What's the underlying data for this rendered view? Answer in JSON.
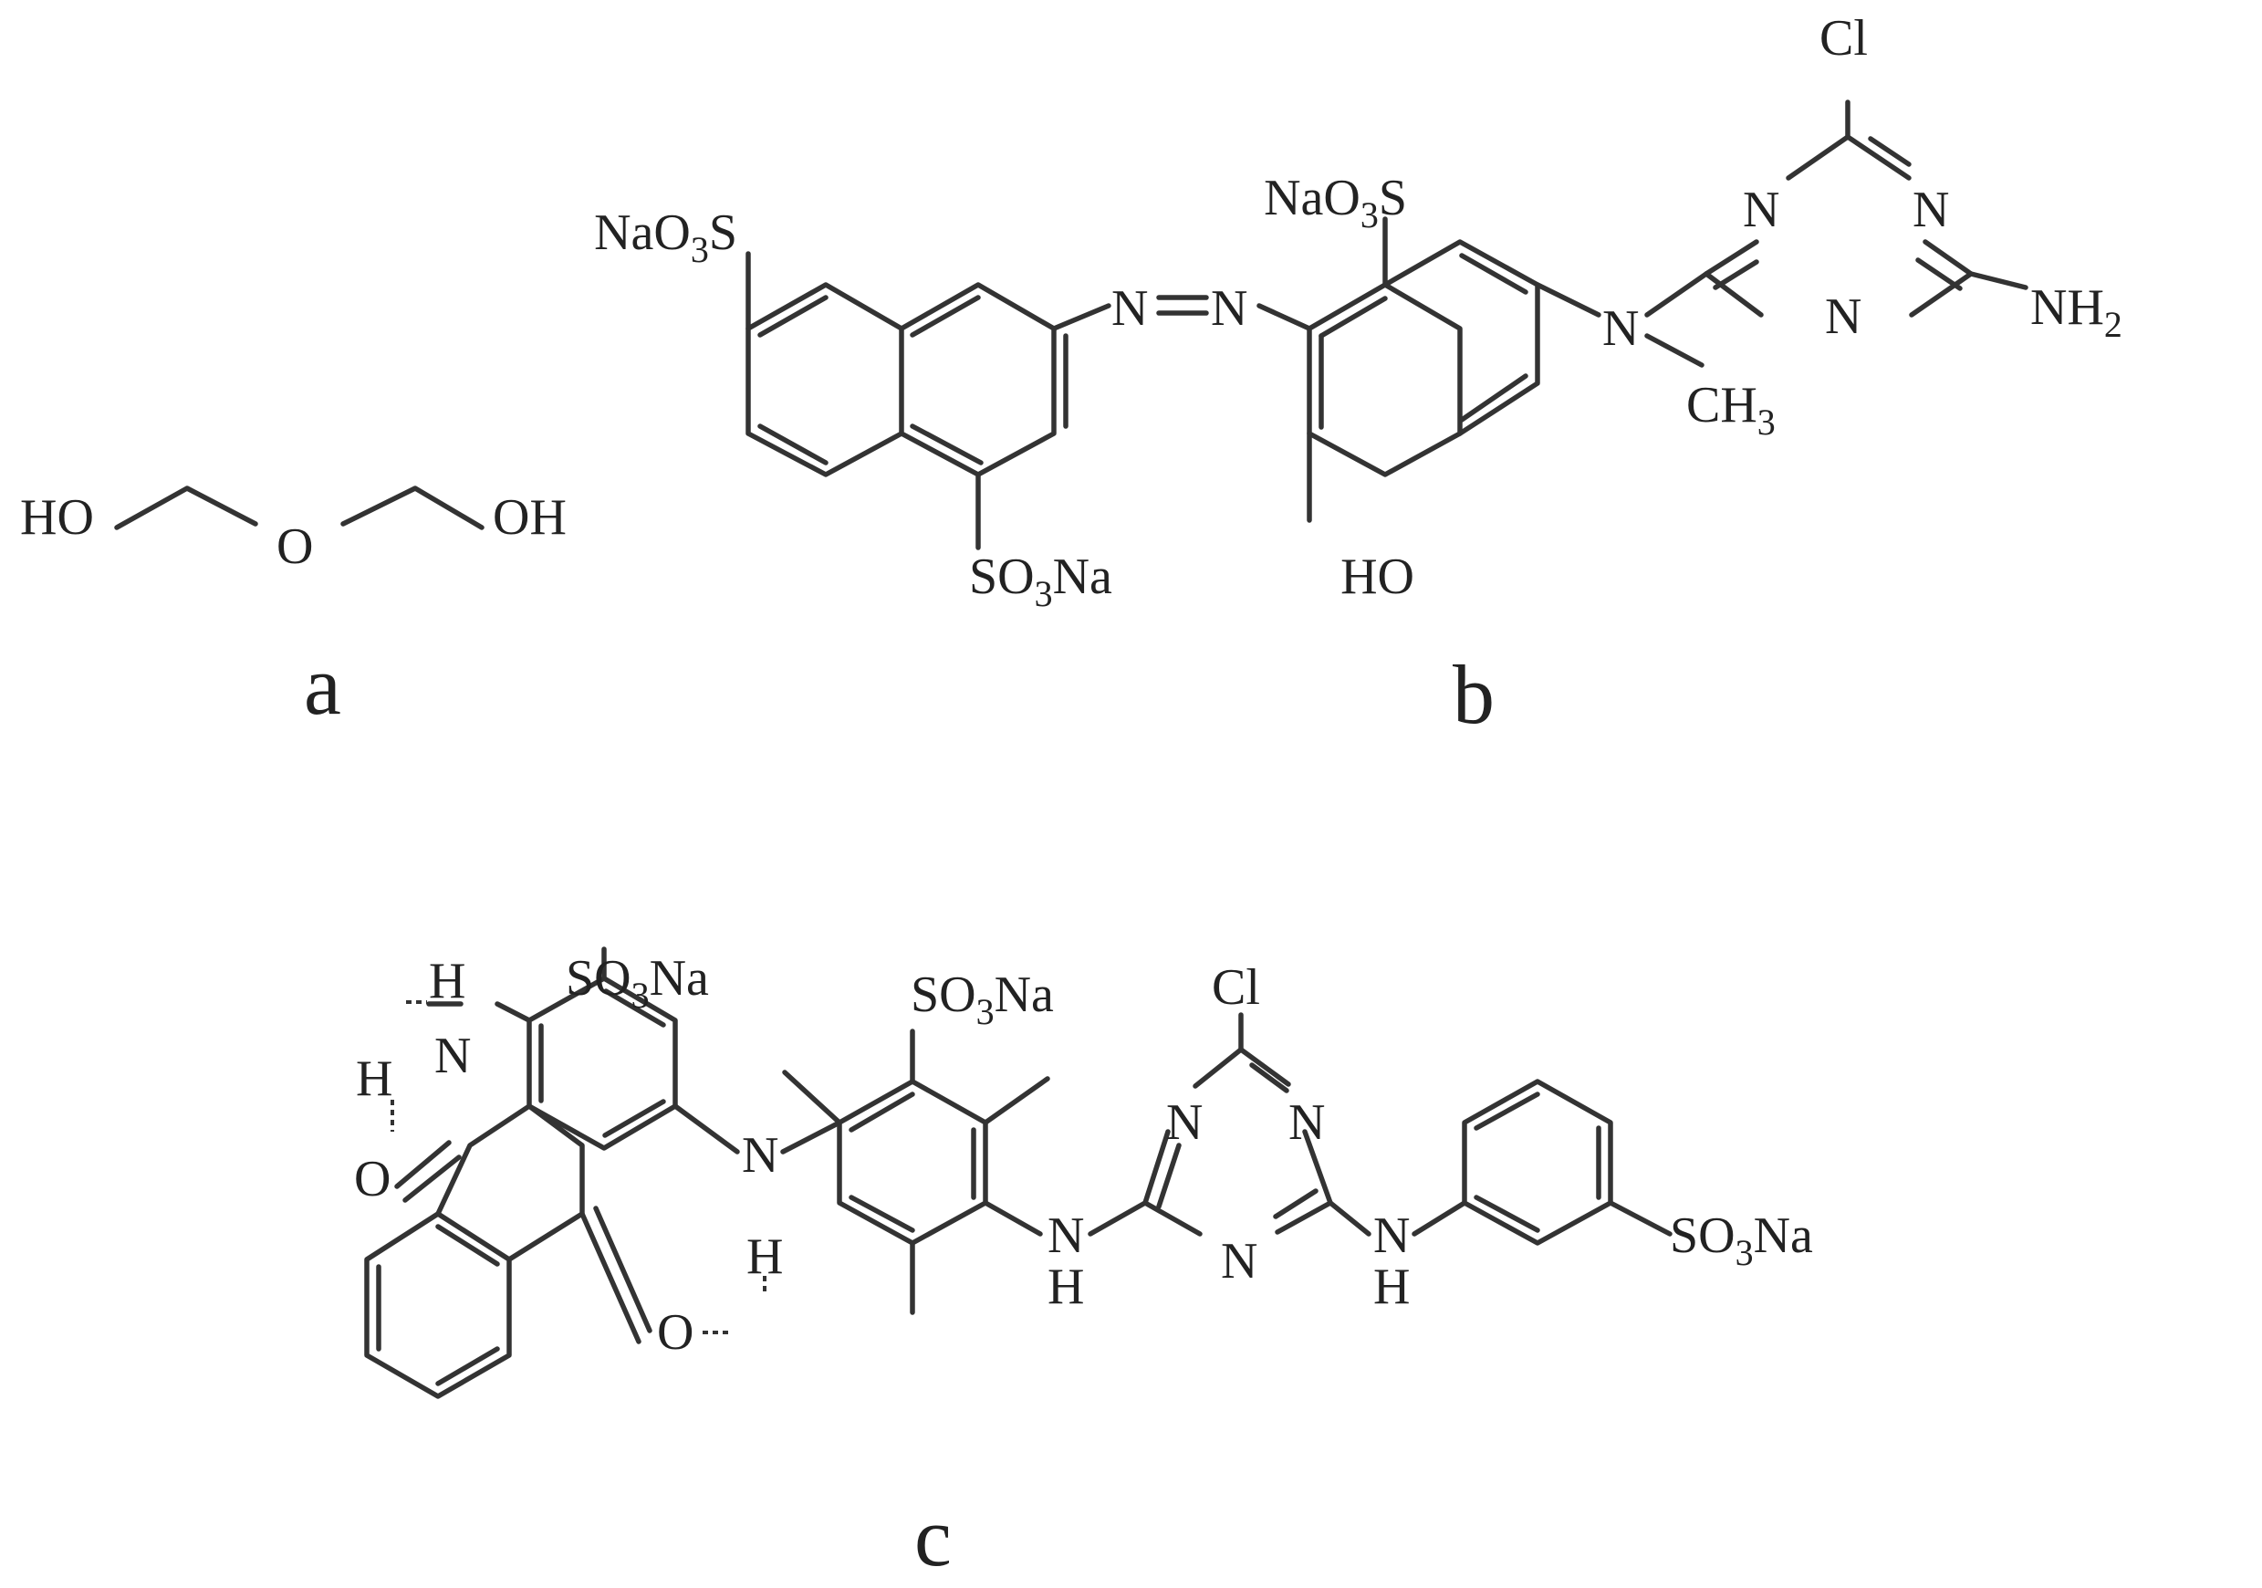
{
  "panel_labels": {
    "a": "a",
    "b": "b",
    "c": "c"
  },
  "molecule_a": {
    "left_group": "HO",
    "ether_oxygen": "O",
    "right_group": "OH"
  },
  "molecule_b": {
    "sulfonate_left": {
      "main": "NaO",
      "sub": "3",
      "tail": "S"
    },
    "sulfonate_bottom": {
      "main": "SO",
      "sub": "3",
      "tail": "Na"
    },
    "azo_n1": "N",
    "azo_n2": "N",
    "sulfonate_top": {
      "main": "NaO",
      "sub": "3",
      "tail": "S"
    },
    "hydroxyl": "HO",
    "amine_n": "N",
    "methyl": {
      "main": "CH",
      "sub": "3"
    },
    "triazine_n_left": "N",
    "triazine_n_right": "N",
    "triazine_n_bottom": "N",
    "chlorine": "Cl",
    "amino": {
      "main": "NH",
      "sub": "2"
    }
  },
  "molecule_c": {
    "amine_h": "H",
    "amine_n": "N",
    "hbond_h": "H",
    "carbonyl_o_top": "O",
    "sulfonate_anthra": {
      "main": "SO",
      "sub": "3",
      "tail": "Na"
    },
    "bridge_n1": "N",
    "bridge_h1": "H",
    "carbonyl_o_bottom": "O",
    "sulfonate_mid": {
      "main": "SO",
      "sub": "3",
      "tail": "Na"
    },
    "bridge_n2": "N",
    "bridge_h2": "H",
    "chlorine": "Cl",
    "triazine_n_left": "N",
    "triazine_n_right": "N",
    "triazine_n_bottom": "N",
    "bridge_n3": "N",
    "bridge_h3": "H",
    "sulfonate_right": {
      "main": "SO",
      "sub": "3",
      "tail": "Na"
    }
  }
}
